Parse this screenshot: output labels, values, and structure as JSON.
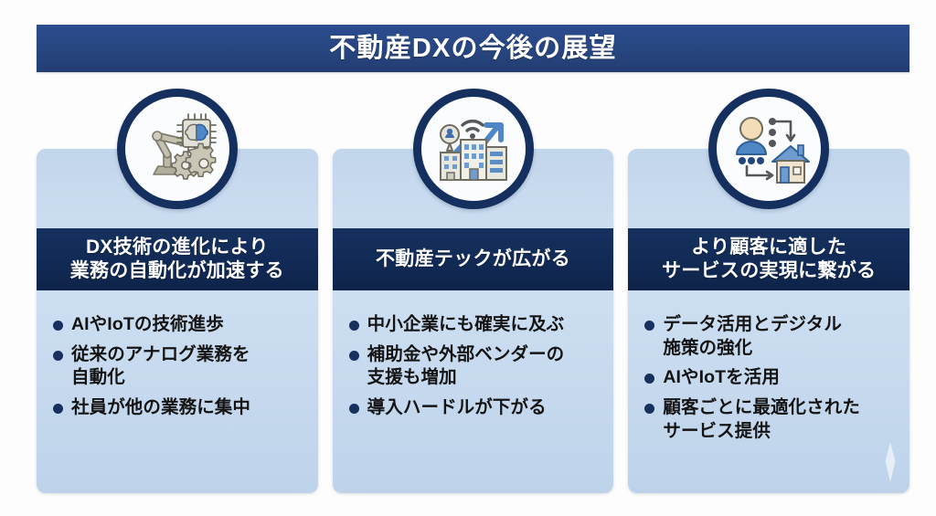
{
  "slide": {
    "title": "不動産DXの今後の展望",
    "background_color": "#fdfdfd",
    "title_bar_color": "#27457f",
    "card_header_color": "#112a55",
    "card_body_color": "#c8daf0",
    "bullet_color": "#17305e"
  },
  "columns": [
    {
      "icon_name": "robot-arm-ai-chip-gears-icon",
      "heading": "DX技術の進化により\n業務の自動化が加速する",
      "bullets": [
        "AIやIoTの技術進歩",
        "従来のアナログ業務を\n自動化",
        "社員が他の業務に集中"
      ]
    },
    {
      "icon_name": "smart-buildings-wifi-growth-icon",
      "heading": "不動産テックが広がる",
      "bullets": [
        "中小企業にも確実に及ぶ",
        "補助金や外部ベンダーの\n支援も増加",
        "導入ハードルが下がる"
      ]
    },
    {
      "icon_name": "customer-to-house-matching-icon",
      "heading": "より顧客に適した\nサービスの実現に繋がる",
      "bullets": [
        "データ活用とデジタル\n施策の強化",
        "AIやIoTを活用",
        "顧客ごとに最適化された\nサービス提供"
      ]
    }
  ]
}
